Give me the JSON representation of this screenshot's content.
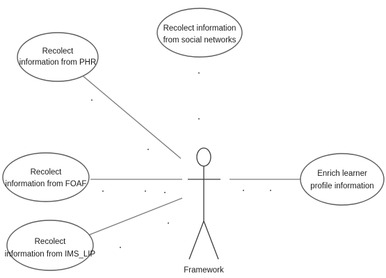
{
  "actor": {
    "label": "Framework"
  },
  "use_cases": [
    {
      "id": "phr",
      "lines": [
        "Recolect",
        "information from PHR"
      ]
    },
    {
      "id": "social",
      "lines": [
        "Recolect information",
        "from social networks"
      ]
    },
    {
      "id": "foaf",
      "lines": [
        "Recolect",
        "information from FOAF"
      ]
    },
    {
      "id": "ims-lip",
      "lines": [
        "Recolect",
        "information from IMS_LIP"
      ]
    },
    {
      "id": "enrich",
      "lines": [
        "Enrich learner",
        "profile information"
      ]
    }
  ]
}
